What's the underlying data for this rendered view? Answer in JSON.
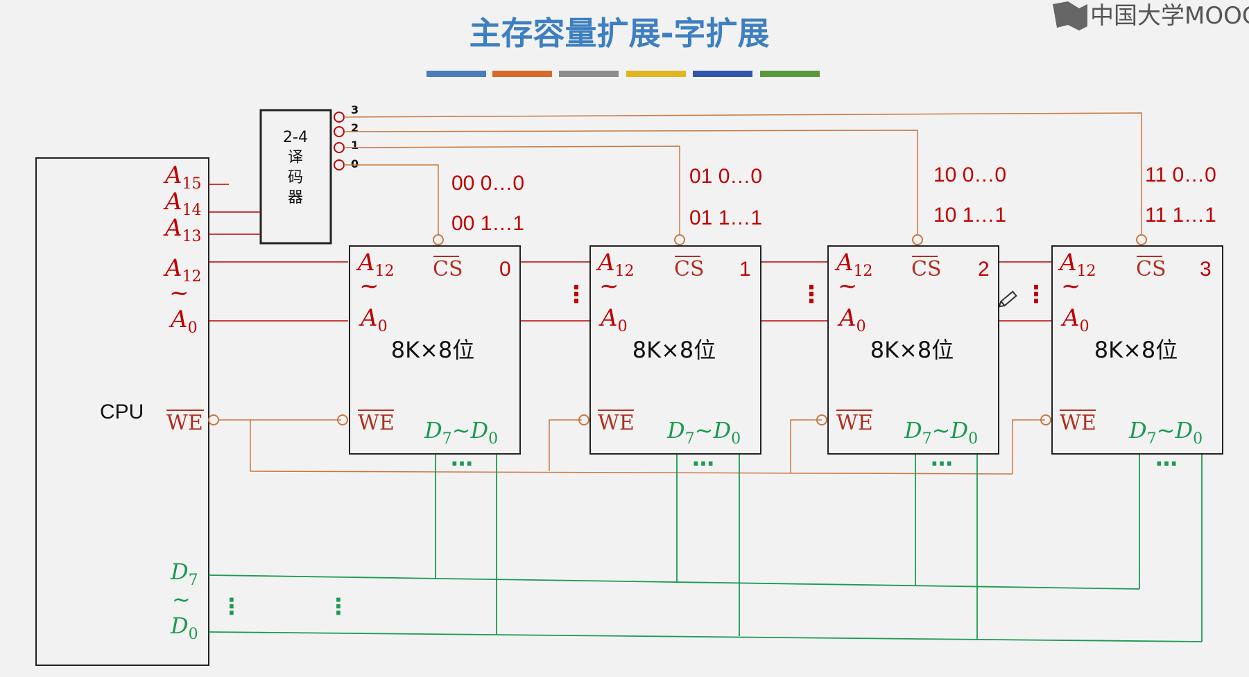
{
  "title": "主存容量扩展-字扩展",
  "logo": "中国大学MOOC",
  "title_bar_colors": [
    "#4a7ebb",
    "#d86a28",
    "#8c8c8c",
    "#e0b520",
    "#3355aa",
    "#5a9a3a"
  ],
  "cpu": {
    "label": "CPU",
    "pins": {
      "a15": "A",
      "a15_sub": "15",
      "a14": "A",
      "a14_sub": "14",
      "a13": "A",
      "a13_sub": "13",
      "a12": "A",
      "a12_sub": "12",
      "tilde": "~",
      "a0": "A",
      "a0_sub": "0",
      "we": "WE",
      "d7": "D",
      "d7_sub": "7",
      "d0": "D",
      "d0_sub": "0"
    }
  },
  "decoder": {
    "line1": "2-4",
    "line2": "译",
    "line3": "码",
    "line4": "器",
    "outputs": [
      "3",
      "2",
      "1",
      "0"
    ]
  },
  "chips": [
    {
      "index": "0",
      "size": "8K×8位",
      "addr_start": "00 0…0",
      "addr_end": "00 1…1"
    },
    {
      "index": "1",
      "size": "8K×8位",
      "addr_start": "01 0…0",
      "addr_end": "01 1…1"
    },
    {
      "index": "2",
      "size": "8K×8位",
      "addr_start": "10 0…0",
      "addr_end": "10 1…1"
    },
    {
      "index": "3",
      "size": "8K×8位",
      "addr_start": "11 0…0",
      "addr_end": "11 1…1"
    }
  ],
  "chip_pins": {
    "a": "A",
    "a12_sub": "12",
    "a0_sub": "0",
    "tilde": "~",
    "cs": "CS",
    "we": "WE",
    "d": "D",
    "d7_sub": "7",
    "d0_sub": "0"
  },
  "dots": "…",
  "vdots": "⋮",
  "colors": {
    "red": "#c00000",
    "green": "#1a9a50",
    "orange": "#c87840",
    "blue": "#3d7fc0"
  },
  "icons": [
    "pencil-icon"
  ]
}
